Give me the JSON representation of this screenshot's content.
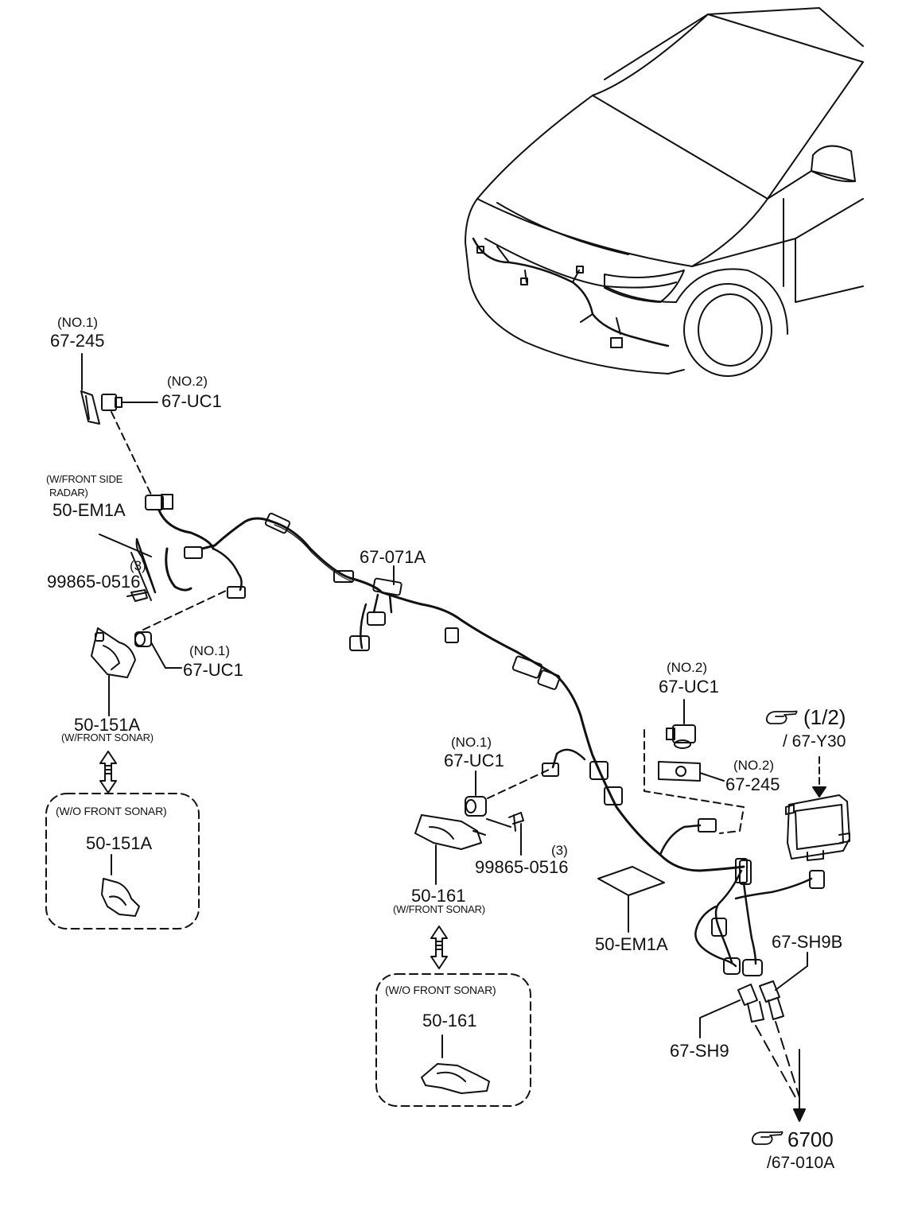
{
  "diagram": {
    "labels": {
      "rad_no1_qual": "(NO.1)",
      "rad_no1_pn": "67-245",
      "rad_no2_qual": "(NO.2)",
      "rad_no2_pn": "67-UC1",
      "side_radar_note_1": "(W/FRONT SIDE",
      "side_radar_note_2": "RADAR)",
      "em1a_left_pn": "50-EM1A",
      "bolt_left_qty": "(3)",
      "bolt_left_pn": "99865-0516",
      "uc1_left_qual": "(NO.1)",
      "uc1_left_pn": "67-UC1",
      "b151_pn": "50-151A",
      "b151_note": "(W/FRONT SONAR)",
      "wo_left_note": "(W/O FRONT SONAR)",
      "wo_left_pn": "50-151A",
      "harness_pn": "67-071A",
      "uc1_r2_qual": "(NO.2)",
      "uc1_r2_pn": "67-UC1",
      "ref_y30": "(1/2)",
      "ref_y30_sub": "/ 67-Y30",
      "uc1_mid_qual": "(NO.1)",
      "uc1_mid_pn": "67-UC1",
      "r245_qual": "(NO.2)",
      "r245_pn": "67-245",
      "bolt_mid_qty": "(3)",
      "bolt_mid_pn": "99865-0516",
      "b161_pn": "50-161",
      "b161_note": "(W/FRONT SONAR)",
      "em1a_right_pn": "50-EM1A",
      "sh9b_pn": "67-SH9B",
      "wo_mid_note": "(W/O FRONT SONAR)",
      "wo_mid_pn": "50-161",
      "sh9_pn": "67-SH9",
      "ref_6700": "6700",
      "ref_6700_sub": "/67-010A"
    },
    "icons": {
      "pointing_hand": "pointing-hand-icon",
      "double_arrow": "double-arrow-icon"
    },
    "colors": {
      "line": "#111111",
      "background": "#ffffff"
    }
  }
}
